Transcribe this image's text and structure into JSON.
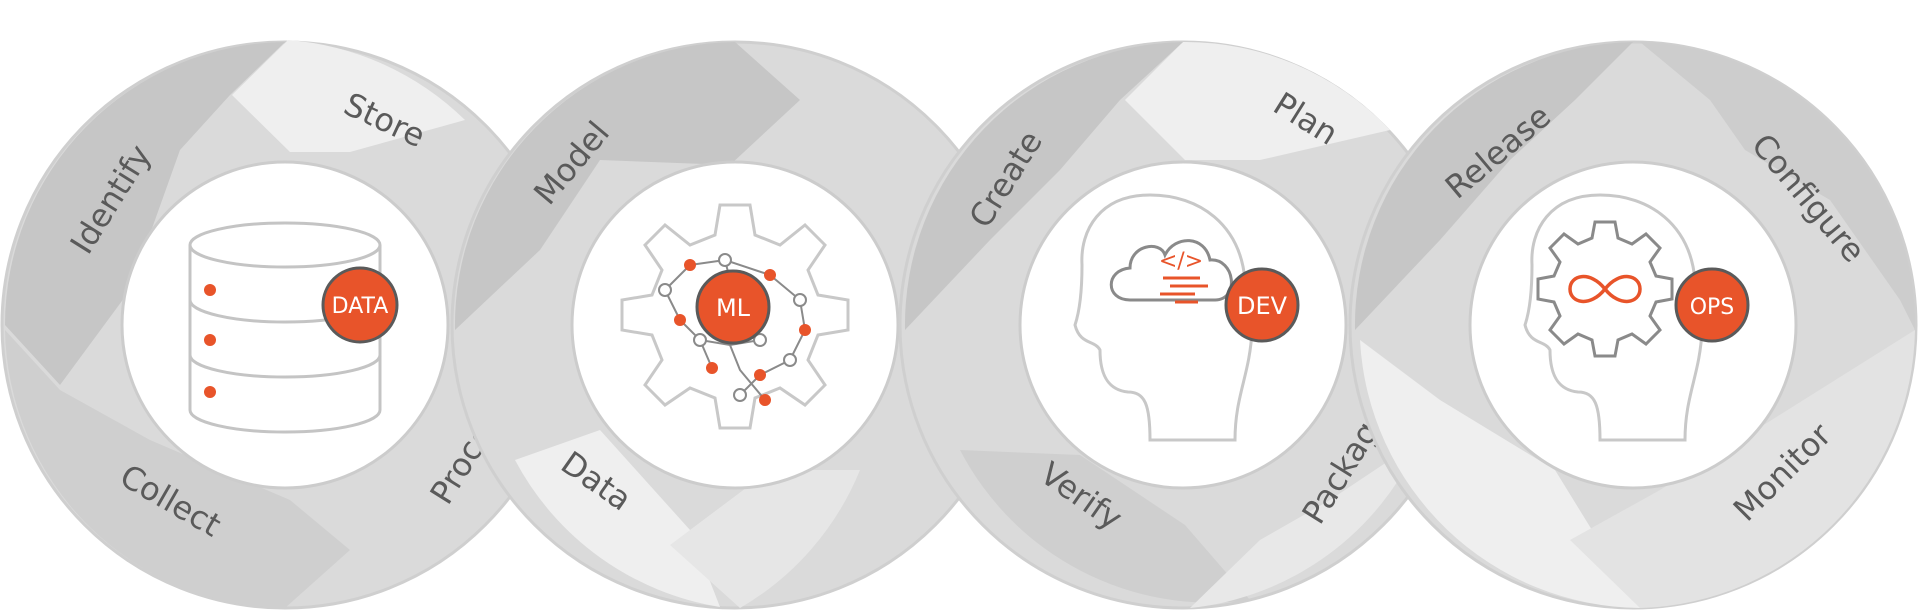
{
  "cycles": [
    {
      "badge": "DATA",
      "icon": "database-icon",
      "labels": {
        "left": "Identify",
        "top": "Store",
        "bottom": "Collect",
        "right": "Process"
      }
    },
    {
      "badge": "ML",
      "icon": "brain-gear-icon",
      "labels": {
        "left": "Model",
        "bottom": "Data"
      }
    },
    {
      "badge": "DEV",
      "icon": "head-cloud-code-icon",
      "labels": {
        "left": "Create",
        "top": "Plan",
        "bottom": "Verify",
        "right": "Package"
      }
    },
    {
      "badge": "OPS",
      "icon": "head-gear-infinity-icon",
      "labels": {
        "left": "Release",
        "top": "Configure",
        "right": "Monitor"
      }
    }
  ],
  "colors": {
    "accent": "#e8542a",
    "ring_dark": "#c8c8c8",
    "ring_mid": "#dadada",
    "ring_light": "#efefef",
    "line": "#bdbdbd",
    "text": "#5a5a5a"
  }
}
